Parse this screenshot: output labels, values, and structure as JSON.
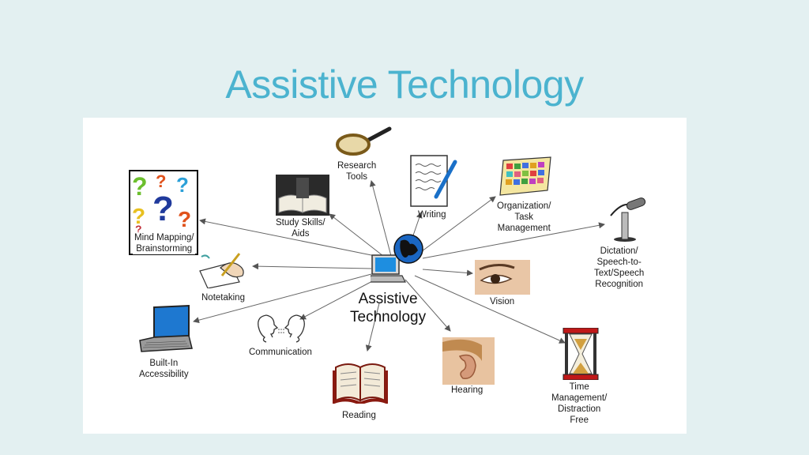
{
  "slide": {
    "title": "Assistive Technology"
  },
  "diagram": {
    "center": {
      "line1": "Assistive",
      "line2": "Technology"
    },
    "nodes": {
      "research_tools": [
        "Research",
        "Tools"
      ],
      "writing": [
        "Writing"
      ],
      "organization": [
        "Organization/",
        "Task",
        "Management"
      ],
      "dictation": [
        "Dictation/",
        "Speech-to-",
        "Text/Speech",
        "Recognition"
      ],
      "vision": [
        "Vision"
      ],
      "time_management": [
        "Time",
        "Management/",
        "Distraction",
        "Free"
      ],
      "hearing": [
        "Hearing"
      ],
      "reading": [
        "Reading"
      ],
      "communication": [
        "Communication"
      ],
      "built_in": [
        "Built-In",
        "Accessibility"
      ],
      "notetaking": [
        "Notetaking"
      ],
      "mind_mapping": [
        "Mind Mapping/",
        "Brainstorming"
      ],
      "study_skills": [
        "Study Skills/",
        "Aids"
      ]
    }
  }
}
